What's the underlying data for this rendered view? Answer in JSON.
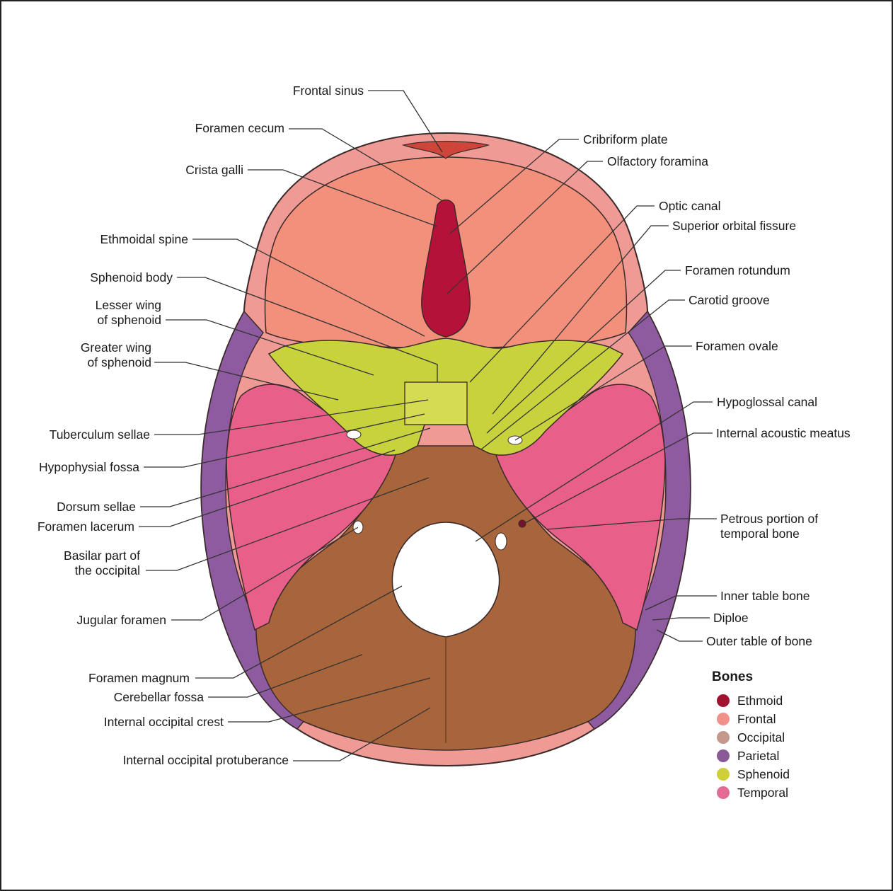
{
  "labels": {
    "frontal_sinus": "Frontal sinus",
    "foramen_cecum": "Foramen cecum",
    "crista_galli": "Crista galli",
    "ethmoidal_spine": "Ethmoidal spine",
    "sphenoid_body": "Sphenoid body",
    "lesser_wing_1": "Lesser wing",
    "lesser_wing_2": "of sphenoid",
    "greater_wing_1": "Greater wing",
    "greater_wing_2": "of sphenoid",
    "tuberculum_sellae": "Tuberculum sellae",
    "hypophysial_fossa": "Hypophysial fossa",
    "dorsum_sellae": "Dorsum sellae",
    "foramen_lacerum": "Foramen lacerum",
    "basilar_part_1": "Basilar part of",
    "basilar_part_2": "the occipital",
    "jugular_foramen": "Jugular foramen",
    "foramen_magnum": "Foramen magnum",
    "cerebellar_fossa": "Cerebellar fossa",
    "internal_occipital_crest": "Internal occipital crest",
    "internal_occipital_protuberance": "Internal occipital protuberance",
    "cribriform_plate": "Cribriform plate",
    "olfactory_foramina": "Olfactory foramina",
    "optic_canal": "Optic canal",
    "superior_orbital_fissure": "Superior orbital fissure",
    "foramen_rotundum": "Foramen rotundum",
    "carotid_groove": "Carotid groove",
    "foramen_ovale": "Foramen ovale",
    "hypoglossal_canal": "Hypoglossal canal",
    "internal_acoustic_meatus": "Internal acoustic meatus",
    "petrous_1": "Petrous portion of",
    "petrous_2": "temporal bone",
    "inner_table_bone": "Inner table bone",
    "diploe": "Diploe",
    "outer_table_of_bone": "Outer table of bone"
  },
  "legend": {
    "title": "Bones",
    "items": [
      {
        "label": "Ethmoid",
        "color": "#a0122d"
      },
      {
        "label": "Frontal",
        "color": "#f0928a"
      },
      {
        "label": "Occipital",
        "color": "#c4988c"
      },
      {
        "label": "Parietal",
        "color": "#8a5a96"
      },
      {
        "label": "Sphenoid",
        "color": "#cfcf3a"
      },
      {
        "label": "Temporal",
        "color": "#e46a96"
      }
    ]
  },
  "colors": {
    "ethmoid": "#b5123a",
    "frontal": "#f3907c",
    "frontal_rim": "#f0a09a",
    "occipital": "#a8643a",
    "parietal": "#8e5aa0",
    "sphenoid": "#c8d23c",
    "temporal": "#e8608a",
    "outline": "#3a2a2a"
  }
}
